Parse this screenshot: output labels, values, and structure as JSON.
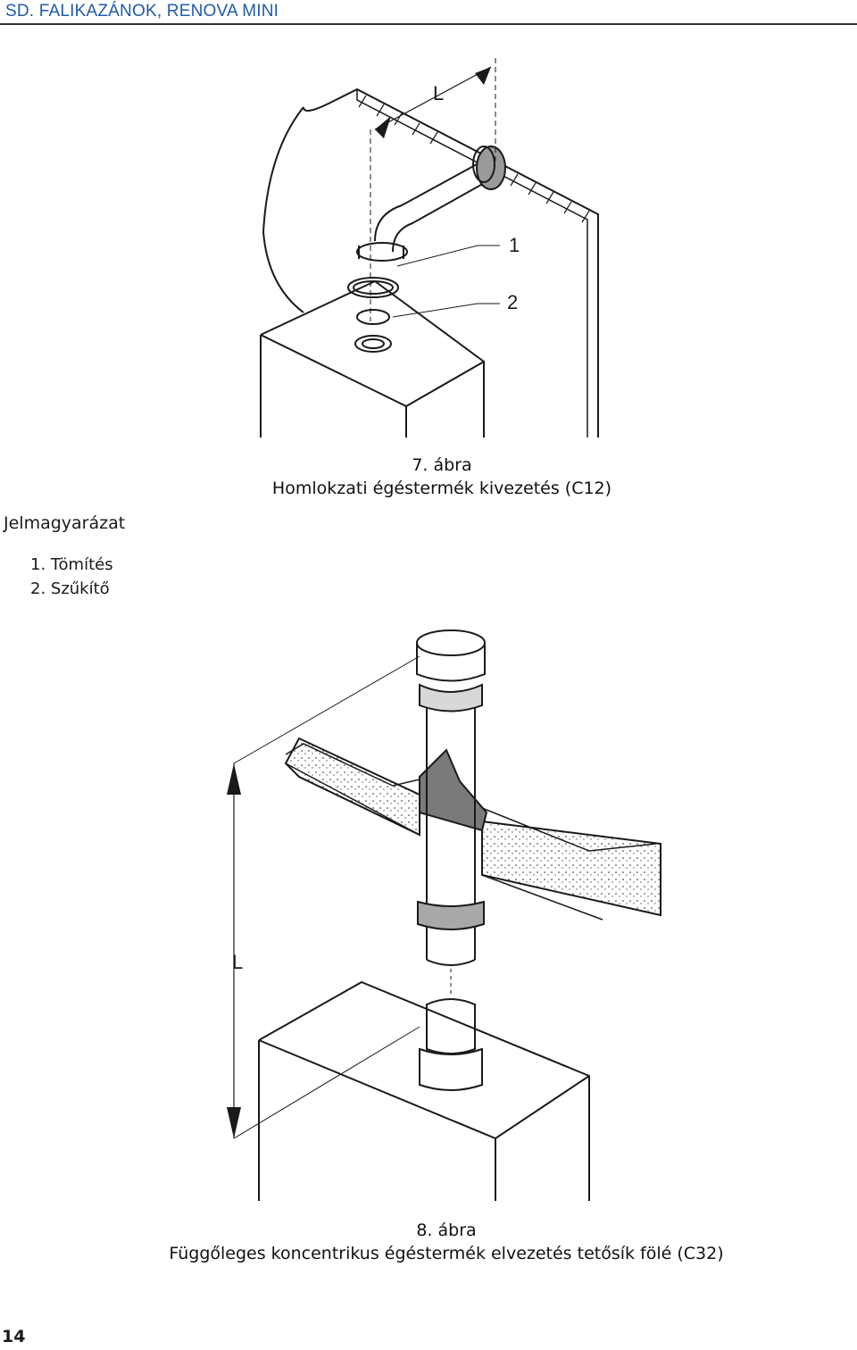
{
  "header": {
    "title": "SD. FALIKAZÁNOK, RENOVA MINI"
  },
  "figure7": {
    "number": "7. ábra",
    "caption": "Homlokzati égéstermék kivezetés (C12)",
    "callouts": [
      "1",
      "2"
    ],
    "dimension_label": "L"
  },
  "legend": {
    "title": "Jelmagyarázat",
    "items": [
      "1. Tömítés",
      "2. Szűkítő"
    ]
  },
  "figure8": {
    "number": "8. ábra",
    "caption": "Függőleges koncentrikus égéstermék elvezetés tetősík fölé (C32)",
    "dimension_label": "L"
  },
  "page": {
    "number": "14"
  },
  "colors": {
    "header": "#1f5aa8",
    "line": "#1a1a1a",
    "gasket": "#9a9a9a"
  }
}
